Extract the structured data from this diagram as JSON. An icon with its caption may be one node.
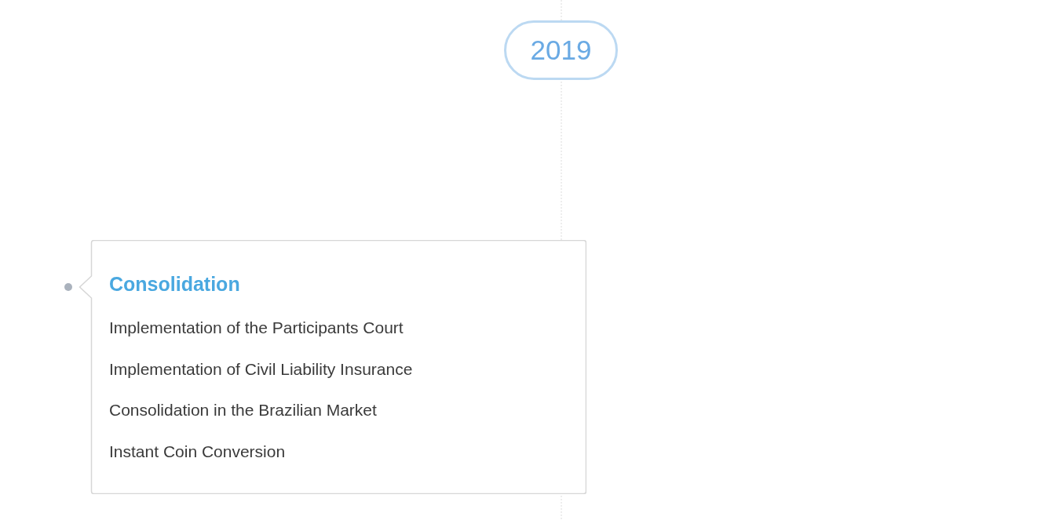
{
  "diagram": {
    "nodes": [
      {
        "text": [
          "2019"
        ]
      },
      {
        "text": [
          "Consolidation",
          "Implementation of the Participants Court",
          "Implementation of Civil Liability Insurance",
          "Consolidation in the Brazilian Market",
          "Instant Coin Conversion"
        ]
      }
    ]
  }
}
